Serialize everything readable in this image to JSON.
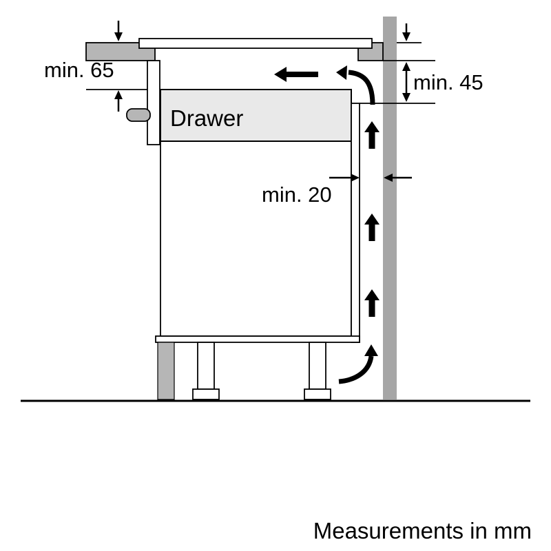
{
  "diagram": {
    "title_hint": "Hob installation clearance diagram",
    "labels": {
      "min_worktop_to_drawer": "min. 65",
      "min_worktop_to_cabinet": "min. 45",
      "min_gap_to_wall": "min. 20",
      "drawer": "Drawer",
      "units_note": "Measurements in mm"
    },
    "colors": {
      "background": "#ffffff",
      "line": "#000000",
      "wall": "#a6a6a6",
      "worktop": "#b6b6b6",
      "drawer_fill": "#e9e9e9",
      "plinth": "#b6b6b6",
      "handle": "#b6b6b6"
    }
  }
}
